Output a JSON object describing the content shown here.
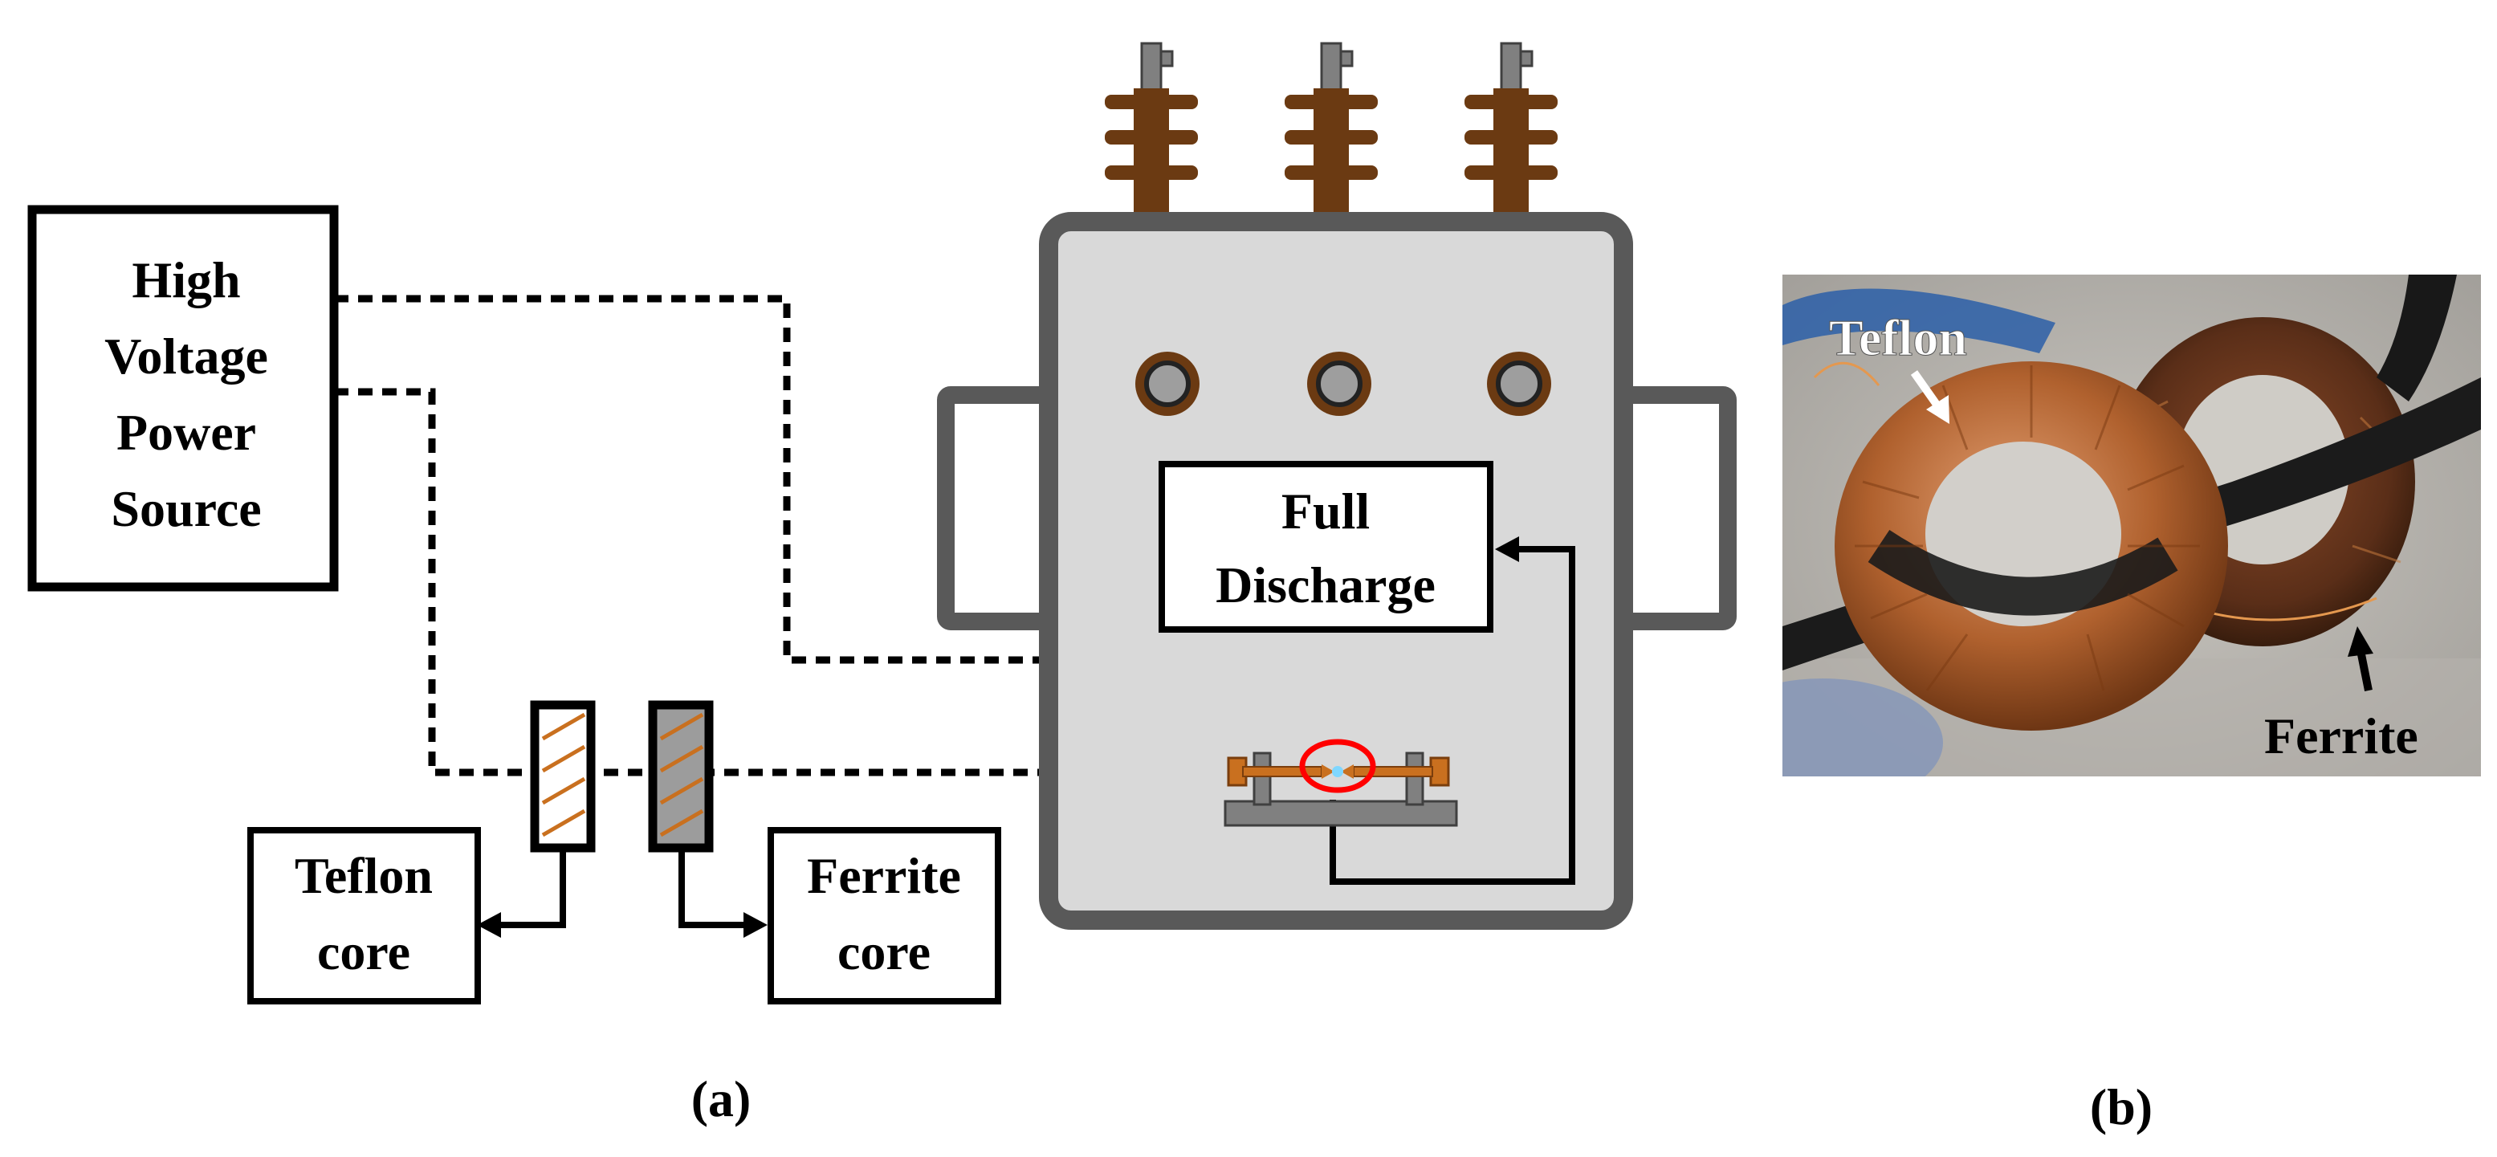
{
  "panel_a": {
    "caption": "(a)",
    "source_box": {
      "lines": [
        "High",
        "Voltage",
        "Power",
        "Source"
      ]
    },
    "discharge_box": {
      "lines": [
        "Full",
        "Discharge"
      ]
    },
    "teflon_box": {
      "lines": [
        "Teflon",
        "core"
      ]
    },
    "ferrite_box": {
      "lines": [
        "Ferrite",
        "core"
      ]
    }
  },
  "panel_b": {
    "caption": "(b)",
    "teflon_label": "Teflon",
    "ferrite_label": "Ferrite"
  },
  "colors": {
    "tank_fill": "#d9d9d9",
    "tank_stroke": "#595959",
    "bushing": "#6b3a12",
    "copper": "#c9701f",
    "discharge_ring": "#ff0000",
    "ferrite_fill": "#9c9c9c",
    "line": "#000000"
  }
}
